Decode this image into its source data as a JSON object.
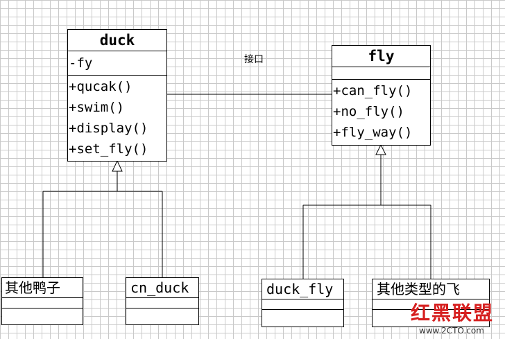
{
  "diagram": {
    "classes": {
      "duck": {
        "name": "duck",
        "attributes": [
          "-fy"
        ],
        "methods": [
          "+qucak()",
          "+swim()",
          "+display()",
          "+set_fly()"
        ]
      },
      "fly": {
        "name": "fly",
        "attributes": [],
        "methods": [
          "+can_fly()",
          "+no_fly()",
          "+fly_way()"
        ]
      },
      "other_duck": {
        "name": "其他鸭子"
      },
      "cn_duck": {
        "name": "cn_duck"
      },
      "duck_fly": {
        "name": "duck_fly"
      },
      "other_fly": {
        "name": "其他类型的飞"
      }
    },
    "association_label": "接口"
  },
  "watermark": {
    "text": "红黑联盟",
    "url": "www.2CTO.com"
  }
}
